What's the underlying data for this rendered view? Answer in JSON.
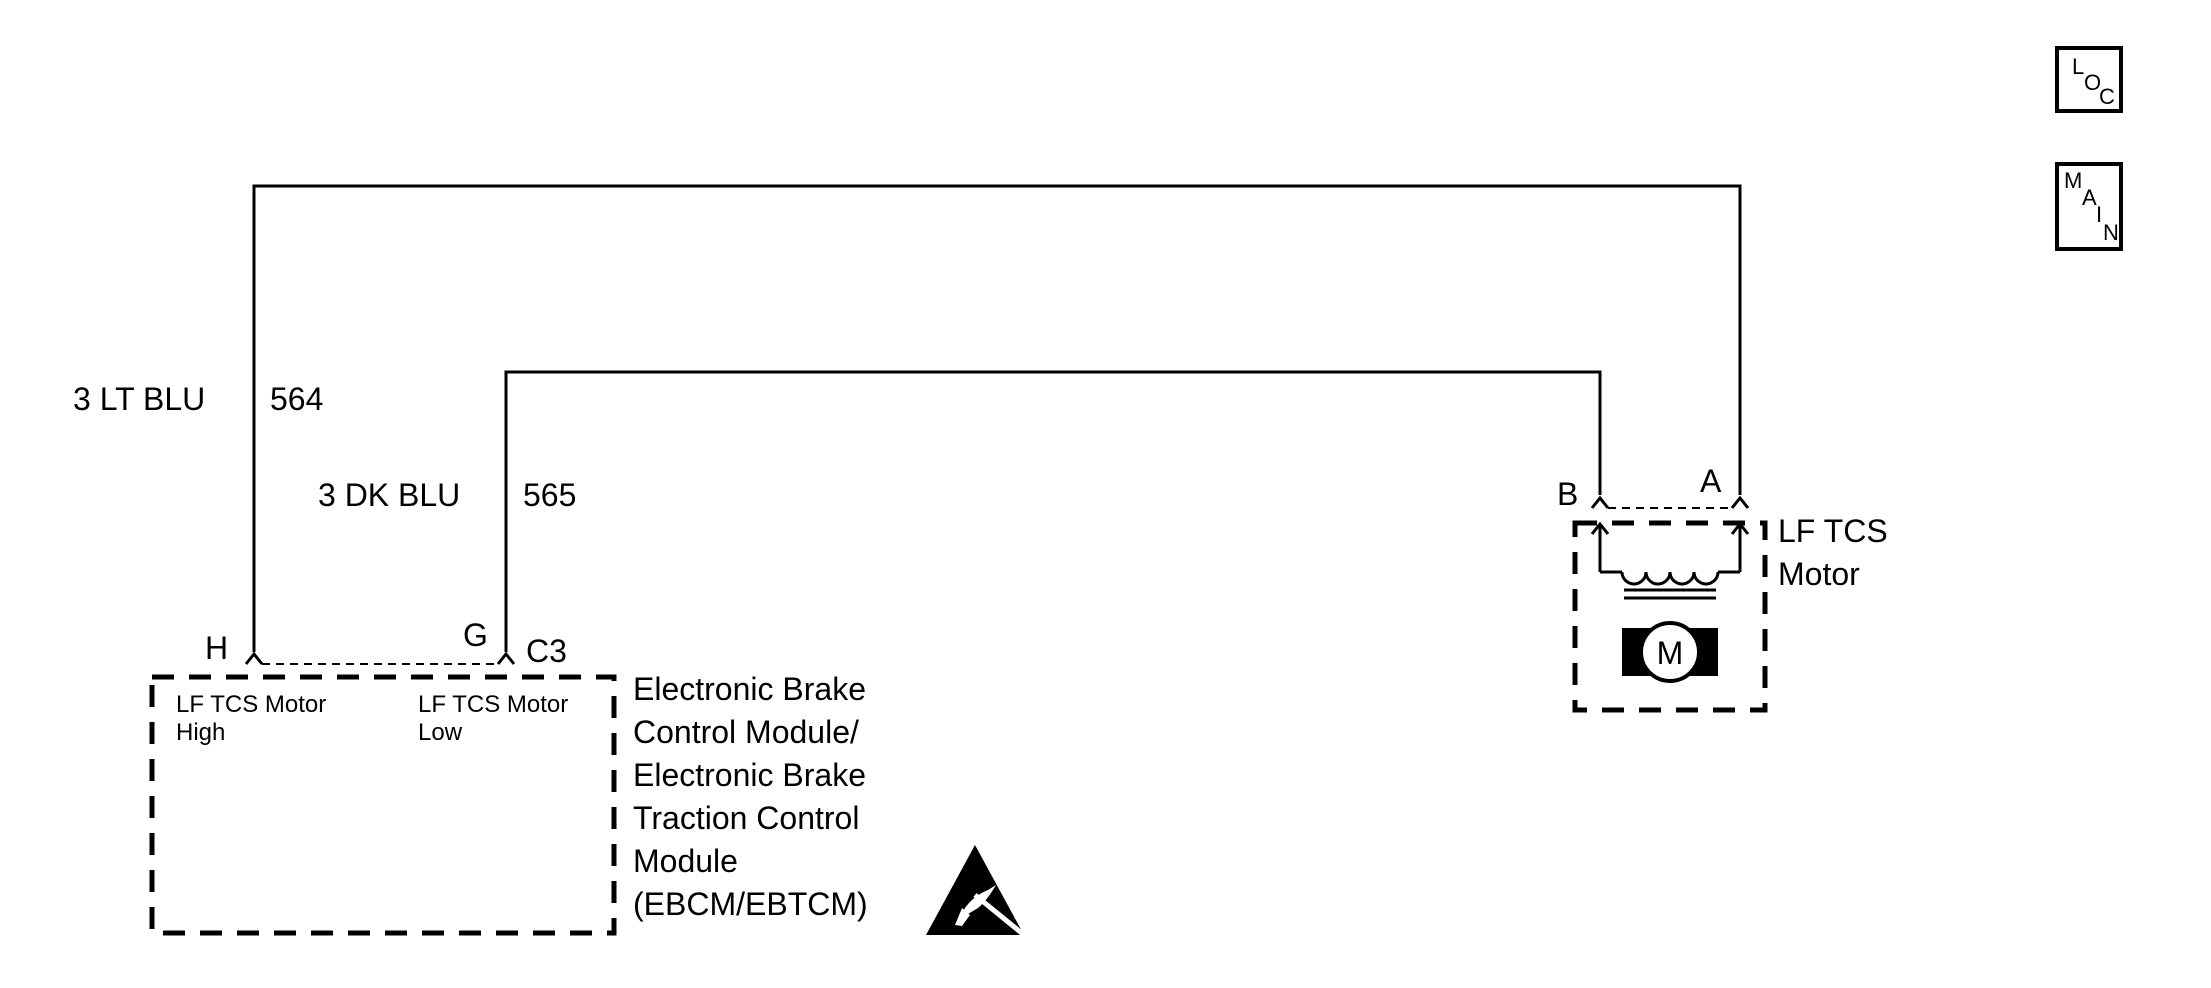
{
  "nav": {
    "loc": {
      "l1": "L",
      "l2": "O",
      "l3": "C"
    },
    "main": {
      "l1": "M",
      "l2": "A",
      "l3": "I",
      "l4": "N"
    }
  },
  "wires": [
    {
      "color": "3 LT BLU",
      "circuit": "564"
    },
    {
      "color": "3 DK BLU",
      "circuit": "565"
    }
  ],
  "ebcm": {
    "pin_high": "H",
    "pin_low": "G",
    "connector": "C3",
    "pin_high_label_1": "LF TCS Motor",
    "pin_high_label_2": "High",
    "pin_low_label_1": "LF TCS Motor",
    "pin_low_label_2": "Low",
    "name_lines": [
      "Electronic Brake",
      "Control Module/",
      "Electronic Brake",
      "Traction Control",
      "Module",
      "(EBCM/EBTCM)"
    ]
  },
  "motor": {
    "pin_b": "B",
    "pin_a": "A",
    "name_line_1": "LF TCS",
    "name_line_2": "Motor",
    "symbol": "M"
  },
  "icons": {
    "esd": "esd-warning-icon"
  }
}
